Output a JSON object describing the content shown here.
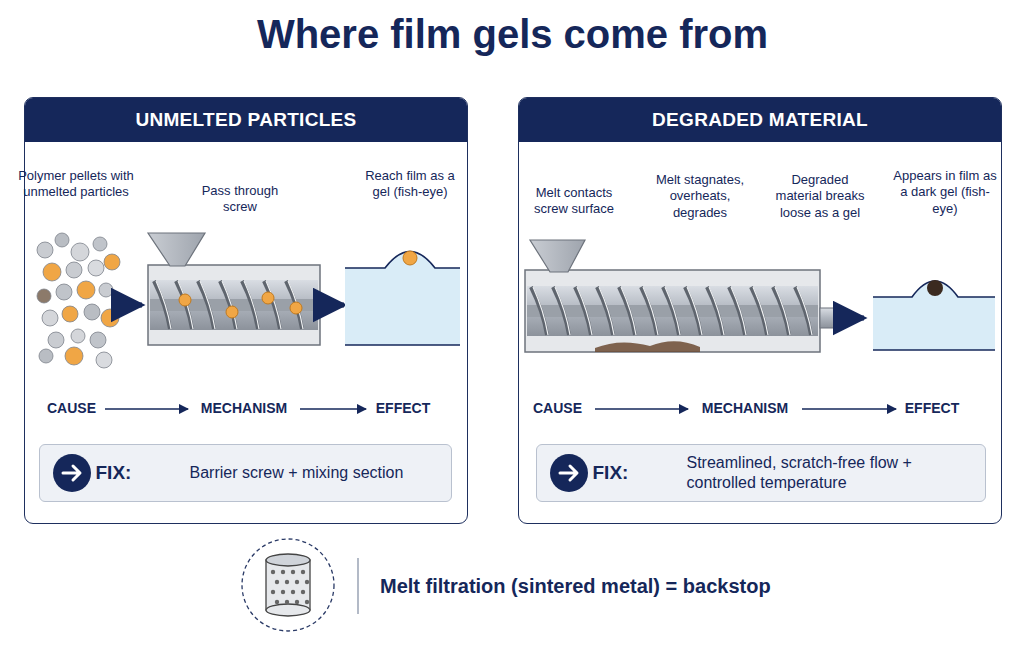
{
  "diagram": {
    "title": "Where film gels come from",
    "nodes": [
      {
        "text": [
          "UNMELTED PARTICLES"
        ]
      },
      {
        "text": [
          "FIX:",
          "Barrier screw + mixing section"
        ],
        "in": 0
      },
      {
        "text": [
          "DEGRADED MATERIAL"
        ]
      },
      {
        "text": [
          "FIX:",
          "Streamlined, scratch-free flow + controlled temperature"
        ],
        "in": 2
      }
    ],
    "labels": [
      "Polymer pellets with unmelted particles",
      "Pass through screw",
      "Reach film as a gel (fish-eye)",
      "CAUSE",
      "MECHANISM",
      "EFFECT",
      "Melt contacts screw surface",
      "Melt stagnates, overheats, degrades",
      "Degraded material breaks loose as a gel",
      "Appears in film as a dark gel (fish-eye)",
      "CAUSE",
      "MECHANISM",
      "EFFECT",
      "Melt filtration (sintered metal) = backstop"
    ]
  }
}
